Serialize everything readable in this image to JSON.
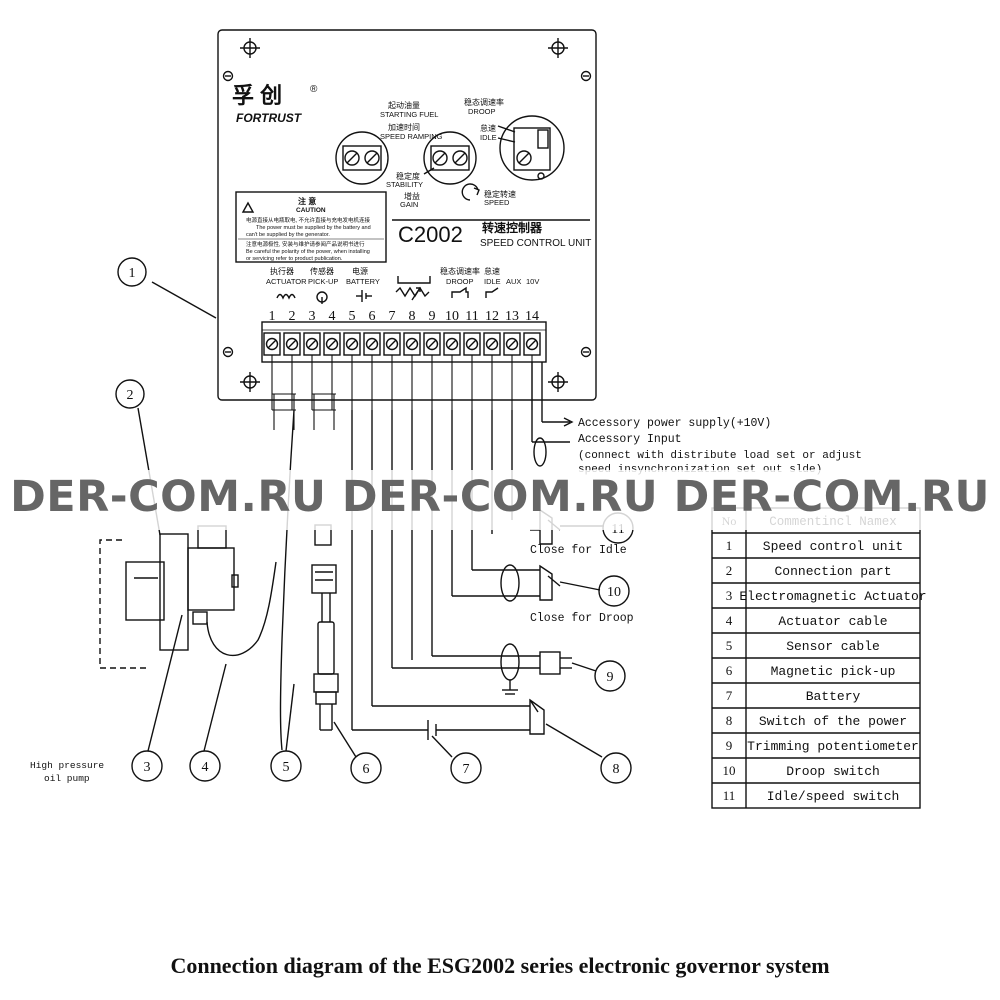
{
  "unit": {
    "brand_cn": "孚  创",
    "brand_en": "FORTRUST",
    "registered": "®",
    "model": "C2002",
    "title_cn": "转速控制器",
    "title_en": "SPEED CONTROL UNIT",
    "caution_cn": "注  意",
    "caution_en": "CAUTION",
    "caution_lines": [
      "电源直接从电瓶取电, 不允许直接与充电发电机连接",
      "The power must be supplied by the battery and",
      "can't be supplied by the generator.",
      "注意电源极性, 安装与维护请参阅产品说明书进行",
      "Be careful the polarity of the power, when installing",
      "or servicing refer to product publication."
    ],
    "pots": {
      "starting_fuel_cn": "起动油量",
      "starting_fuel": "STARTING FUEL",
      "speed_ramping_cn": "加速时间",
      "speed_ramping": "SPEED RAMPING",
      "stability_cn": "稳定度",
      "stability": "STABILITY",
      "gain_cn": "增益",
      "gain": "GAIN",
      "droop_cn": "稳态调速率",
      "droop": "DROOP",
      "idle_cn": "怠速",
      "idle": "IDLE",
      "speed_cn": "稳定转速",
      "speed": "SPEED"
    },
    "terminal_groups": {
      "actuator_cn": "执行器",
      "actuator": "ACTUATOR",
      "pickup_cn": "传感器",
      "pickup": "PICK-UP",
      "battery_cn": "电源",
      "battery": "BATTERY",
      "droop_cn": "稳态调速率",
      "droop": "DROOP",
      "idle_cn": "怠速",
      "idle": "IDLE",
      "aux": "AUX",
      "v10": "10V"
    },
    "terminals": [
      "1",
      "2",
      "3",
      "4",
      "5",
      "6",
      "7",
      "8",
      "9",
      "10",
      "11",
      "12",
      "13",
      "14"
    ]
  },
  "annotations": {
    "accessory_power": "Accessory power supply(+10V)",
    "accessory_input": "Accessory Input",
    "accessory_note_1": "(connect with distribute load set or adjust",
    "accessory_note_2": "speed insynchronization set out slde)",
    "close_for_idle": "Close for Idle",
    "close_for_droop": "Close for Droop",
    "high_pressure_1": "High pressure",
    "high_pressure_2": "oil pump"
  },
  "callouts": [
    "1",
    "2",
    "3",
    "4",
    "5",
    "6",
    "7",
    "8",
    "9",
    "10",
    "11"
  ],
  "legend": {
    "header_no": "No",
    "header_name": "Commentincl Namex",
    "rows": [
      {
        "no": "1",
        "name": "Speed control unit"
      },
      {
        "no": "2",
        "name": "Connection part"
      },
      {
        "no": "3",
        "name": "Electromagnetic Actuator"
      },
      {
        "no": "4",
        "name": "Actuator cable"
      },
      {
        "no": "5",
        "name": "Sensor cable"
      },
      {
        "no": "6",
        "name": "Magnetic pick-up"
      },
      {
        "no": "7",
        "name": "Battery"
      },
      {
        "no": "8",
        "name": "Switch of the power"
      },
      {
        "no": "9",
        "name": "Trimming potentiometer"
      },
      {
        "no": "10",
        "name": "Droop switch"
      },
      {
        "no": "11",
        "name": "Idle/speed switch"
      }
    ]
  },
  "watermark": "DER-COM.RU DER-COM.RU DER-COM.RU",
  "caption": "Connection diagram of the ESG2002 series electronic governor system"
}
